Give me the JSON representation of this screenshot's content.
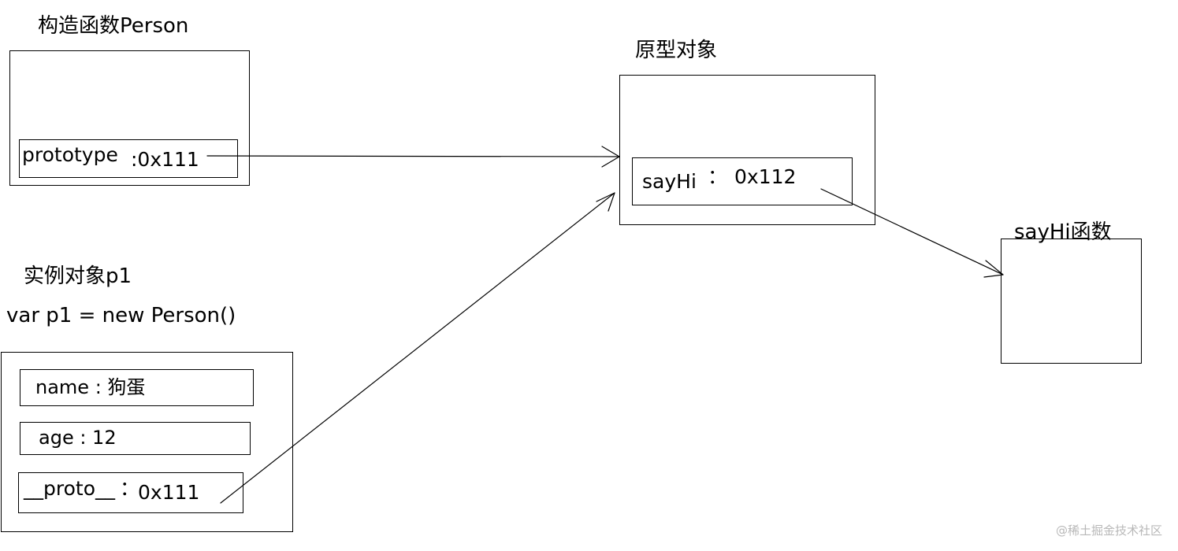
{
  "constructor": {
    "title": "构造函数Person",
    "prototype_key": "prototype",
    "prototype_value": ":0x111"
  },
  "prototype_object": {
    "title": "原型对象",
    "sayhi_key": "sayHi",
    "sayhi_sep": "：",
    "sayhi_value": "0x112"
  },
  "sayhi_function": {
    "title": "sayHi函数"
  },
  "instance": {
    "title": "实例对象p1",
    "code": "var p1 = new Person()",
    "name_field": "name : 狗蛋",
    "age_field": "age : 12",
    "proto_key": "__proto__",
    "proto_sep": "：",
    "proto_value": "0x111"
  },
  "watermark": "@稀土掘金技术社区",
  "colors": {
    "line": "#000000",
    "background": "#ffffff",
    "watermark": "#b8b8b8"
  }
}
